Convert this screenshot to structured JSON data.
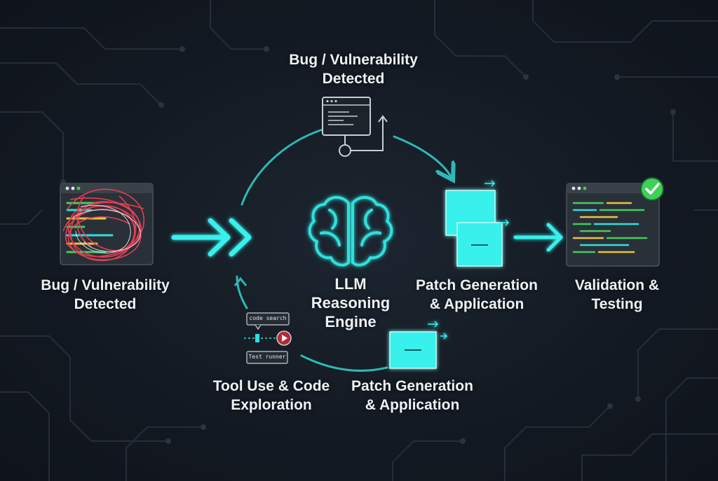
{
  "diagram": {
    "top_label": "Bug / Vulnerability\nDetected",
    "left_label": "Bug / Vulnerability\nDetected",
    "center_label": "LLM\nReasoning\nEngine",
    "patch_label_right": "Patch Generation\n& Application",
    "validation_label": "Validation &\nTesting",
    "tool_label": "Tool Use & Code\nExploration",
    "patch_label_bottom": "Patch Generation\n& Application",
    "tool_code_search": "code search",
    "tool_test_runner": "Test runner",
    "colors": {
      "accent": "#2fe0dc",
      "background": "#141a22",
      "check": "#3fcf5a",
      "tangle": "#e8384e"
    }
  }
}
